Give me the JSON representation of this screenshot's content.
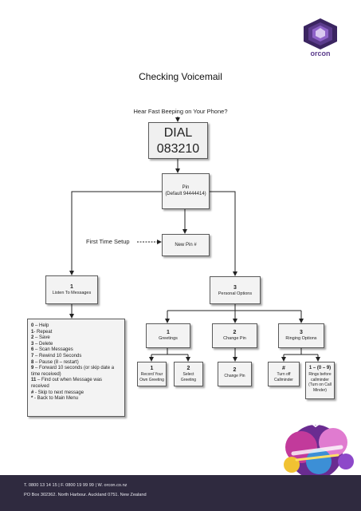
{
  "brand": {
    "logo_text": "orcon"
  },
  "title": "Checking Voicemail",
  "prompt": "Hear Fast Beeping on Your Phone?",
  "dial": {
    "line1": "DIAL",
    "line2": "083210"
  },
  "pin": {
    "line1": "Pin",
    "line2": "(Default 94444414)"
  },
  "first_time_label": "First Time Setup",
  "new_pin": "New Pin #",
  "option1": {
    "num": "1",
    "label": "Listen To Messages"
  },
  "option3": {
    "num": "3",
    "label": "Personal Options"
  },
  "listen_menu": [
    {
      "key": "0",
      "text": " – Help"
    },
    {
      "key": "1",
      "text": "- Repeat"
    },
    {
      "key": "2",
      "text": " – Save"
    },
    {
      "key": "3",
      "text": " – Delete"
    },
    {
      "key": "6",
      "text": " – Scan Messages"
    },
    {
      "key": "7",
      "text": " – Rewind 10 Seconds"
    },
    {
      "key": "8",
      "text": " – Pause (8 – restart)"
    },
    {
      "key": "9",
      "text": " – Forward 10 seconds (or skip date a time received)"
    },
    {
      "key": "11",
      "text": " – Find out when Message was received"
    },
    {
      "key": "#",
      "text": " - Skip to next message"
    },
    {
      "key": "*",
      "text": " - Back to Main Menu"
    }
  ],
  "personal": {
    "greetings": {
      "num": "1",
      "label": "Greetings"
    },
    "change_pin": {
      "num": "2",
      "label": "Change Pin"
    },
    "ringing": {
      "num": "3",
      "label": "Ringing Options"
    }
  },
  "sub": {
    "record": {
      "num": "1",
      "label": "Record Your\nOwn Greeting"
    },
    "select": {
      "num": "2",
      "label": "Select\nGreeting"
    },
    "changepin": {
      "num": "2",
      "label": "Change Pin"
    },
    "turnoff": {
      "num": "#",
      "label": "Turn off\nCallminder"
    },
    "rings": {
      "num": "1 – (0 – 9)",
      "label": "Rings before\ncallminder\n(Turn on Call\nMinder)"
    }
  },
  "footer": {
    "line1": "T. 0800 13 14 15  |  F. 0800 19 99 99  |  W. orcon.co.nz",
    "line2": "PO Box 302362. North Harbour. Auckland 0751. New Zealand"
  },
  "colors": {
    "footer_bg": "#2f2a3f",
    "logo_purple": "#5b3b8c",
    "logo_accent": "#a25fd4"
  }
}
